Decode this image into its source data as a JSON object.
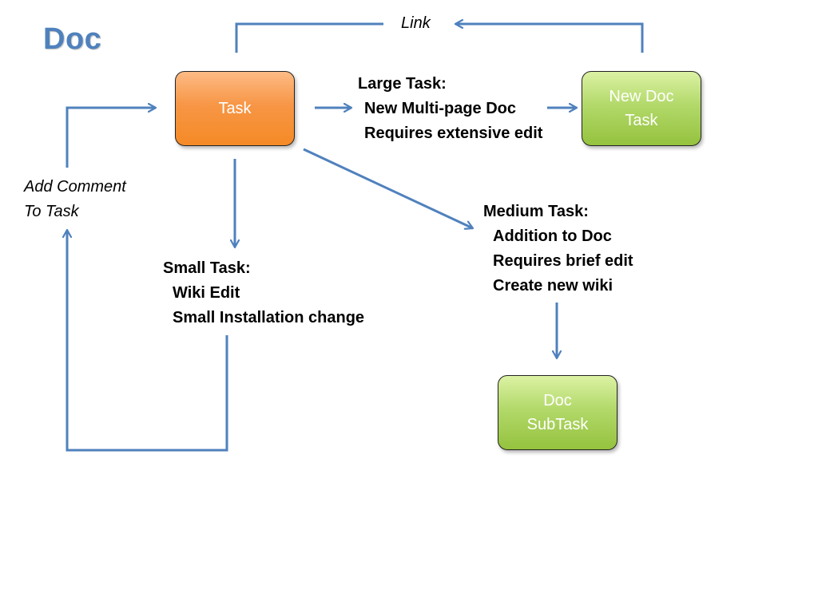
{
  "title": "Doc",
  "nodes": {
    "task": "Task",
    "new_doc_task": "New Doc\nTask",
    "doc_subtask": "Doc\nSubTask"
  },
  "large_task": {
    "heading": "Large Task:",
    "items": [
      "New Multi-page Doc",
      "Requires extensive edit"
    ]
  },
  "medium_task": {
    "heading": "Medium Task:",
    "items": [
      "Addition to Doc",
      "Requires brief edit",
      "Create new wiki"
    ]
  },
  "small_task": {
    "heading": "Small Task:",
    "items": [
      "Wiki Edit",
      "Small Installation change"
    ]
  },
  "labels": {
    "link": "Link",
    "add_comment_line1": "Add Comment",
    "add_comment_line2": "To Task"
  },
  "colors": {
    "title": "#4f81bd",
    "connector": "#4f81bd",
    "task_node": "#f79646",
    "doc_nodes": "#9bbb59"
  }
}
